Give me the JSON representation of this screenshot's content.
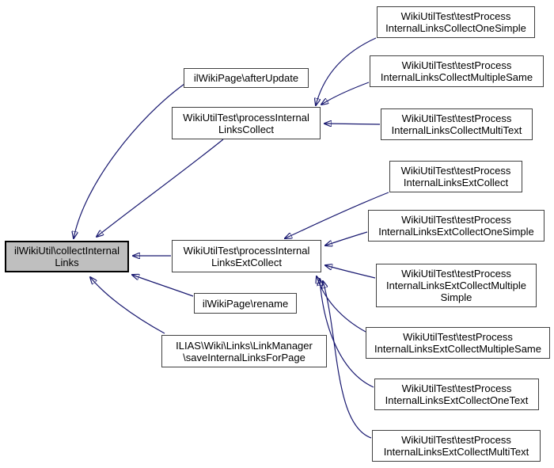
{
  "diagram": {
    "kind": "doxygen-caller-graph",
    "palette": {
      "edge_color": "#191970",
      "node_fill": "#ffffff",
      "node_border": "#404040",
      "main_fill": "#bfbfbf",
      "main_border": "#000000",
      "background": "#ffffff"
    }
  },
  "nodes": {
    "collect_internal_links": {
      "lines": [
        "ilWikiUtil\\collectInternal",
        "Links"
      ]
    },
    "after_update": {
      "lines": [
        "ilWikiPage\\afterUpdate"
      ]
    },
    "process_internal_links_collect": {
      "lines": [
        "WikiUtilTest\\processInternal",
        "LinksCollect"
      ]
    },
    "process_internal_links_ext_collect": {
      "lines": [
        "WikiUtilTest\\processInternal",
        "LinksExtCollect"
      ]
    },
    "rename": {
      "lines": [
        "ilWikiPage\\rename"
      ]
    },
    "save_internal_links_for_page": {
      "lines": [
        "ILIAS\\Wiki\\Links\\LinkManager",
        "\\saveInternalLinksForPage"
      ]
    },
    "test_collect_one_simple": {
      "lines": [
        "WikiUtilTest\\testProcess",
        "InternalLinksCollectOneSimple"
      ]
    },
    "test_collect_multiple_same": {
      "lines": [
        "WikiUtilTest\\testProcess",
        "InternalLinksCollectMultipleSame"
      ]
    },
    "test_collect_multi_text": {
      "lines": [
        "WikiUtilTest\\testProcess",
        "InternalLinksCollectMultiText"
      ]
    },
    "test_ext_collect": {
      "lines": [
        "WikiUtilTest\\testProcess",
        "InternalLinksExtCollect"
      ]
    },
    "test_ext_collect_one_simple": {
      "lines": [
        "WikiUtilTest\\testProcess",
        "InternalLinksExtCollectOneSimple"
      ]
    },
    "test_ext_collect_multiple_simple": {
      "lines": [
        "WikiUtilTest\\testProcess",
        "InternalLinksExtCollectMultiple",
        "Simple"
      ]
    },
    "test_ext_collect_multiple_same": {
      "lines": [
        "WikiUtilTest\\testProcess",
        "InternalLinksExtCollectMultipleSame"
      ]
    },
    "test_ext_collect_one_text": {
      "lines": [
        "WikiUtilTest\\testProcess",
        "InternalLinksExtCollectOneText"
      ]
    },
    "test_ext_collect_multi_text": {
      "lines": [
        "WikiUtilTest\\testProcess",
        "InternalLinksExtCollectMultiText"
      ]
    }
  },
  "edges": [
    {
      "from": "after_update",
      "to": "collect_internal_links"
    },
    {
      "from": "process_internal_links_collect",
      "to": "collect_internal_links"
    },
    {
      "from": "process_internal_links_ext_collect",
      "to": "collect_internal_links"
    },
    {
      "from": "rename",
      "to": "collect_internal_links"
    },
    {
      "from": "save_internal_links_for_page",
      "to": "collect_internal_links"
    },
    {
      "from": "test_collect_one_simple",
      "to": "process_internal_links_collect"
    },
    {
      "from": "test_collect_multiple_same",
      "to": "process_internal_links_collect"
    },
    {
      "from": "test_collect_multi_text",
      "to": "process_internal_links_collect"
    },
    {
      "from": "test_ext_collect",
      "to": "process_internal_links_ext_collect"
    },
    {
      "from": "test_ext_collect_one_simple",
      "to": "process_internal_links_ext_collect"
    },
    {
      "from": "test_ext_collect_multiple_simple",
      "to": "process_internal_links_ext_collect"
    },
    {
      "from": "test_ext_collect_multiple_same",
      "to": "process_internal_links_ext_collect"
    },
    {
      "from": "test_ext_collect_one_text",
      "to": "process_internal_links_ext_collect"
    },
    {
      "from": "test_ext_collect_multi_text",
      "to": "process_internal_links_ext_collect"
    }
  ]
}
